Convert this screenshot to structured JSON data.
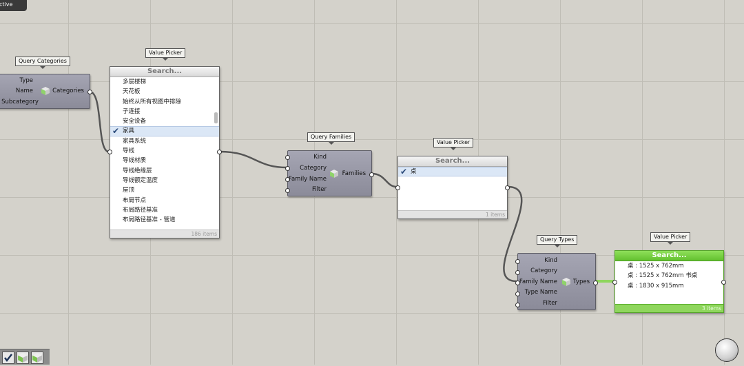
{
  "top_badge": "ctive",
  "nodes": {
    "query_categories": {
      "tag": "Query Categories",
      "inputs": [
        "Type",
        "Name",
        "s Subcategory"
      ],
      "output": "Categories"
    },
    "query_families": {
      "tag": "Query Families",
      "inputs": [
        "Kind",
        "Category",
        "Family Name",
        "Filter"
      ],
      "output": "Families"
    },
    "query_types": {
      "tag": "Query Types",
      "inputs": [
        "Kind",
        "Category",
        "Family Name",
        "Type Name",
        "Filter"
      ],
      "output": "Types"
    }
  },
  "pickers": {
    "p1": {
      "tag": "Value Picker",
      "search": "Search...",
      "items": [
        "多层楼梯",
        "天花板",
        "始终从所有视图中排除",
        "子连接",
        "安全设备",
        "家具",
        "家具系统",
        "导线",
        "导线材质",
        "导线绝缘层",
        "导线额定温度",
        "屋顶",
        "布局节点",
        "布局路径基准",
        "布局路径基准 - 管道"
      ],
      "selected_index": 5,
      "footer": "186 items"
    },
    "p2": {
      "tag": "Value Picker",
      "search": "Search...",
      "items": [
        "桌"
      ],
      "selected_index": 0,
      "footer": "1 items"
    },
    "p3": {
      "tag": "Value Picker",
      "search": "Search...",
      "items": [
        "桌 : 1525 x 762mm",
        "桌 : 1525 x 762mm 书桌",
        "桌 : 1830 x 915mm"
      ],
      "selected_index": -1,
      "footer": "3 items"
    }
  },
  "colors": {
    "canvas": "#d4d2cb",
    "node": "#9a9aa8",
    "active_picker": "#63c02f",
    "selection": "#dbe7f6"
  }
}
